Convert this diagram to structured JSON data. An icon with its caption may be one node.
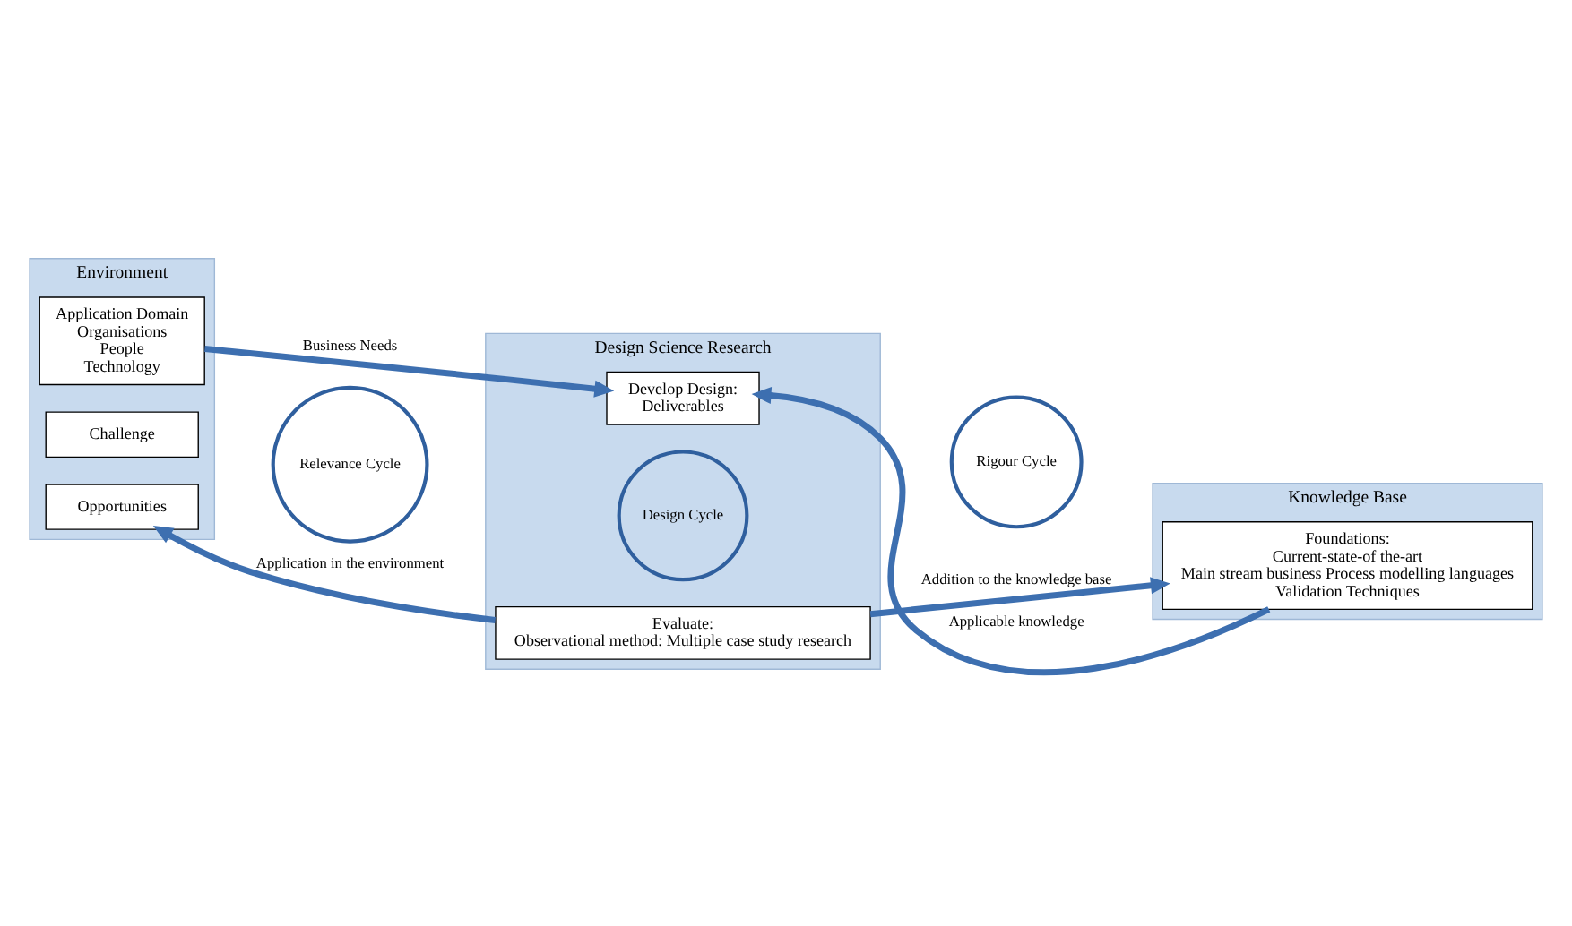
{
  "diagram": {
    "nodes": [
      {
        "text": [
          "Environment"
        ]
      },
      {
        "text": [
          "Application Domain",
          "Organisations",
          "People",
          "Technology"
        ],
        "in": 0
      },
      {
        "text": [
          "Challenge"
        ],
        "in": 0
      },
      {
        "text": [
          "Opportunities"
        ],
        "in": 0
      },
      {
        "text": [
          "Design Science Research"
        ]
      },
      {
        "text": [
          "Develop Design:",
          "Deliverables"
        ],
        "in": 4
      },
      {
        "text": [
          "Design Cycle"
        ],
        "in": 4
      },
      {
        "text": [
          "Evaluate:",
          "Observational method: Multiple case study research"
        ],
        "in": 4
      },
      {
        "text": [
          "Knowledge Base"
        ]
      },
      {
        "text": [
          "Foundations:",
          "Current-state-of the-art",
          "Main stream business Process modelling languages",
          "Validation Techniques"
        ],
        "in": 8
      },
      {
        "text": [
          "Relevance Cycle"
        ]
      },
      {
        "text": [
          "Rigour Cycle"
        ]
      }
    ],
    "edges": [
      {
        "from": 1,
        "to": 5,
        "arrow": "to",
        "label": "Business Needs"
      },
      {
        "from": 9,
        "to": 5,
        "arrow": "to",
        "label": "Applicable knowledge"
      },
      {
        "from": 7,
        "to": 3,
        "arrow": "to",
        "label": "Application in the environment"
      },
      {
        "from": 7,
        "to": 9,
        "arrow": "to",
        "label": "Addition to the knowledge base"
      }
    ]
  }
}
